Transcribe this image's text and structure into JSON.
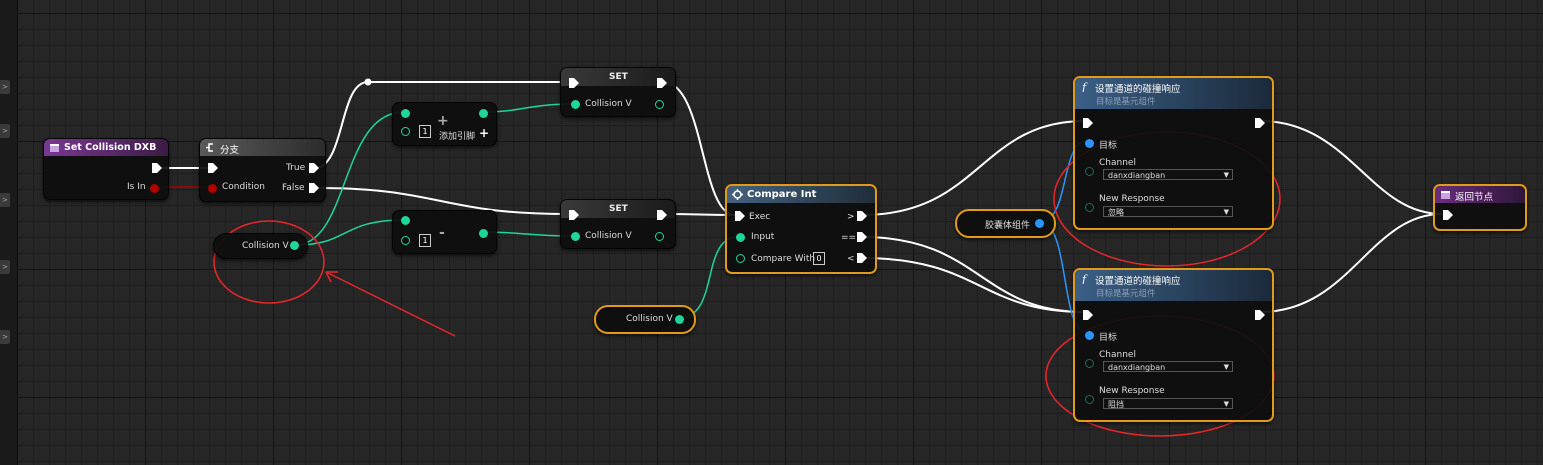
{
  "sidebar": {
    "tabs": [
      ">",
      ">",
      ">",
      ">",
      ">"
    ]
  },
  "nodes": {
    "set_collision_dxb": {
      "title": "Set Collision DXB",
      "pin_is_in": "Is In"
    },
    "branch": {
      "title": "分支",
      "condition": "Condition",
      "true": "True",
      "false": "False"
    },
    "add": {
      "symbol": "+",
      "value": "1",
      "add_pin": "添加引脚",
      "add_pin_icon": "+"
    },
    "subtract": {
      "symbol": "-",
      "value": "1"
    },
    "set_top": {
      "title": "SET",
      "pin": "Collision V"
    },
    "set_bottom": {
      "title": "SET",
      "pin": "Collision V"
    },
    "get_collision_v_left": {
      "label": "Collision V"
    },
    "get_collision_v_bottom": {
      "label": "Collision V"
    },
    "compare_int": {
      "title": "Compare Int",
      "exec": "Exec",
      "input": "Input",
      "compare_with": "Compare With",
      "compare_value": "0",
      "gt": ">",
      "eq": "==",
      "lt": "<"
    },
    "capsule": {
      "label": "胶囊体组件"
    },
    "set_channel_top": {
      "title": "设置通道的碰撞响应",
      "subtitle": "目标是基元组件",
      "target": "目标",
      "channel_label": "Channel",
      "channel_value": "danxdiangban",
      "response_label": "New Response",
      "response_value": "忽略"
    },
    "set_channel_bottom": {
      "title": "设置通道的碰撞响应",
      "subtitle": "目标是基元组件",
      "target": "目标",
      "channel_label": "Channel",
      "channel_value": "danxdiangban",
      "response_label": "New Response",
      "response_value": "阻挡"
    },
    "return": {
      "title": "返回节点"
    }
  },
  "colors": {
    "exec_wire": "#ffffff",
    "int_wire": "#1fd69a",
    "object_wire": "#2a95ff",
    "bool_wire": "#b00000",
    "selection": "#e09a1c",
    "annotation": "#e8262a",
    "function_header": "#2e4d6e",
    "event_header": "#6a2d7d",
    "branch_header": "#4a4a4a"
  },
  "icons": {
    "function": "function-f-icon",
    "branch": "branch-icon",
    "return": "return-node-icon",
    "compare": "gear-icon",
    "event": "custom-event-icon"
  }
}
